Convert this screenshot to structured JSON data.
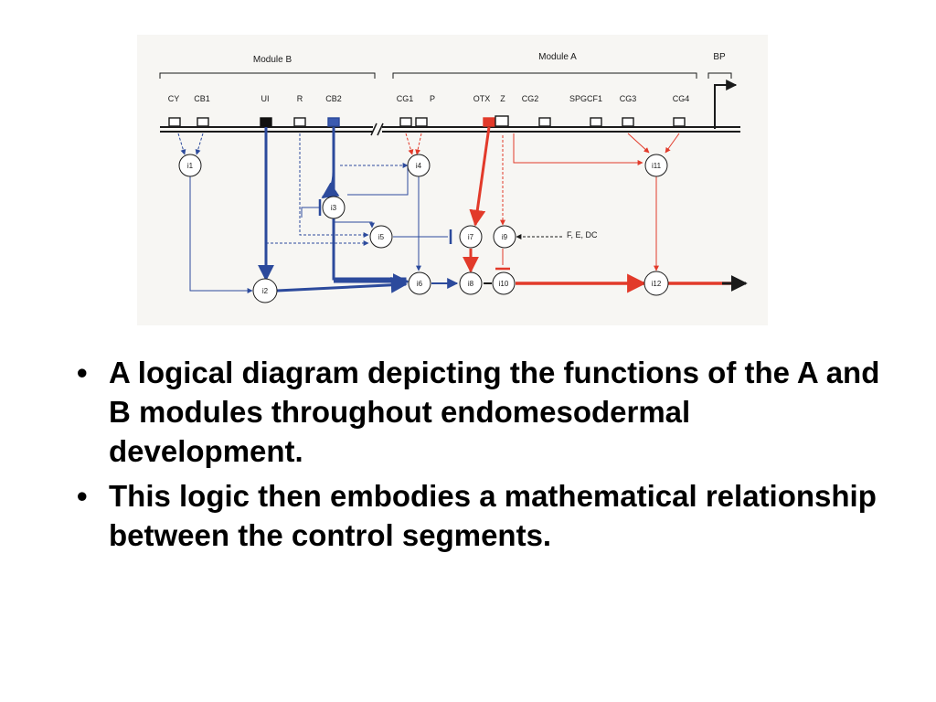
{
  "diagram": {
    "modules": [
      "Module B",
      "Module A",
      "BP"
    ],
    "segments": [
      "CY",
      "CB1",
      "UI",
      "R",
      "CB2",
      "CG1",
      "P",
      "OTX",
      "Z",
      "CG2",
      "SPGCF1",
      "CG3",
      "CG4"
    ],
    "nodes": [
      "i1",
      "i2",
      "i3",
      "i4",
      "i5",
      "i6",
      "i7",
      "i8",
      "i9",
      "i10",
      "i11",
      "i12"
    ],
    "inputs": "F, E, DC",
    "colors": {
      "blue": "#2c4a9c",
      "red": "#e23a2a",
      "dark": "#1a1a1a"
    }
  },
  "bullets": [
    "A logical diagram depicting the functions of the A and B modules throughout endomesodermal development.",
    "This logic then embodies a mathematical relationship between the control segments."
  ]
}
